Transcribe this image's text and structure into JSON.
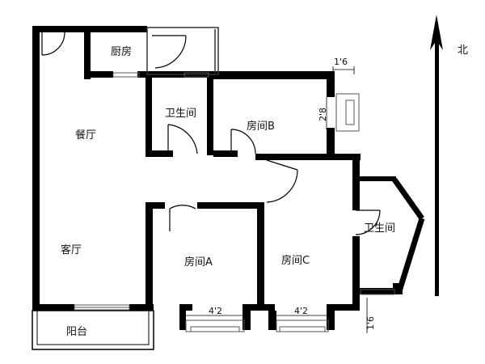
{
  "rooms": {
    "kitchen": "厨房",
    "bathroom_1": "卫生间",
    "room_b": "房间B",
    "dining": "餐厅",
    "living": "客厅",
    "room_a": "房间A",
    "room_c": "房间C",
    "bathroom_2": "卫生间",
    "balcony": "阳台"
  },
  "dimensions": {
    "top_window_offset": "1'6",
    "right_window_width": "2'8",
    "room_a_window": "4'2",
    "room_c_window": "4'2",
    "bottom_offset": "1'6"
  },
  "compass": {
    "north": "北"
  },
  "colors": {
    "wall": "#000000",
    "background": "#ffffff",
    "window": "#555555"
  }
}
